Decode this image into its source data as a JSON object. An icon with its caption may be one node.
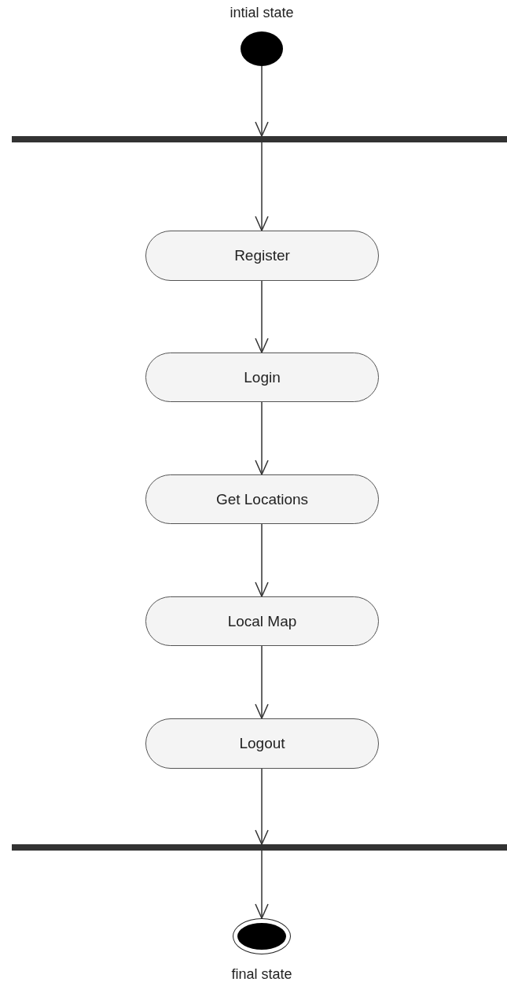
{
  "diagram": {
    "nodes": [
      {
        "text": [],
        "shape": "circle",
        "beside": [
          "intial state"
        ]
      },
      {
        "text": [],
        "shape": "bar"
      },
      {
        "text": [
          "Register"
        ]
      },
      {
        "text": [
          "Login"
        ]
      },
      {
        "text": [
          "Get Locations"
        ]
      },
      {
        "text": [
          "Local Map"
        ]
      },
      {
        "text": [
          "Logout"
        ]
      },
      {
        "text": [],
        "shape": "bar"
      },
      {
        "text": [],
        "shape": "bullseye",
        "beside": [
          "final state"
        ]
      }
    ],
    "edges": [
      {
        "from": 0,
        "to": 1,
        "arrow": "to"
      },
      {
        "from": 1,
        "to": 2,
        "arrow": "to"
      },
      {
        "from": 2,
        "to": 3,
        "arrow": "to"
      },
      {
        "from": 3,
        "to": 4,
        "arrow": "to"
      },
      {
        "from": 4,
        "to": 5,
        "arrow": "to"
      },
      {
        "from": 5,
        "to": 6,
        "arrow": "to"
      },
      {
        "from": 6,
        "to": 7,
        "arrow": "to"
      },
      {
        "from": 7,
        "to": 8,
        "arrow": "to"
      }
    ]
  }
}
